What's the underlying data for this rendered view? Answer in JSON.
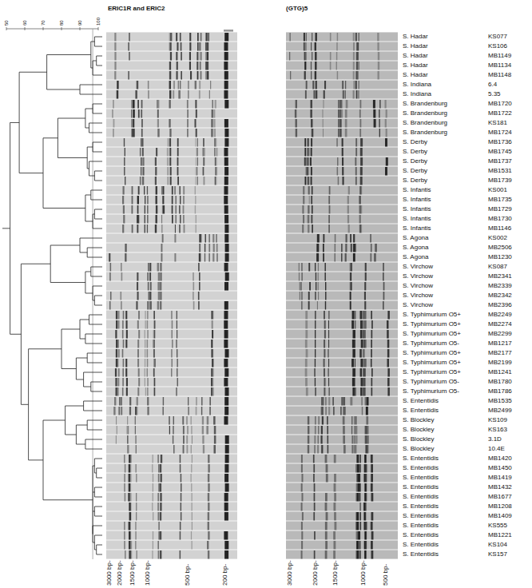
{
  "diagram": {
    "labels": [
      "ERIC1R and ERIC2",
      "(GTG)5",
      "50",
      "60",
      "70",
      "80",
      "90",
      "100",
      "S. Hadar",
      "KS077",
      "S. Hadar",
      "KS106",
      "S. Hadar",
      "MB1149",
      "S. Hadar",
      "MB1134",
      "S. Hadar",
      "MB1148",
      "S. Indiana",
      "6.4",
      "S. Indiana",
      "5.35",
      "S. Brandenburg",
      "MB1720",
      "S. Brandenburg",
      "MB1722",
      "S. Brandenburg",
      "KS181",
      "S. Brandenburg",
      "MB1724",
      "S. Derby",
      "MB1736",
      "S. Derby",
      "MB1745",
      "S. Derby",
      "MB1737",
      "S. Derby",
      "MB1531",
      "S. Derby",
      "MB1739",
      "S. Infantis",
      "KS001",
      "S. Infantis",
      "MB1735",
      "S. Infantis",
      "MB1729",
      "S. Infantis",
      "MB1730",
      "S. Infantis",
      "MB1146",
      "S. Agona",
      "KS002",
      "S. Agona",
      "MB2506",
      "S. Agona",
      "MB1230",
      "S. Virchow",
      "KS087",
      "S. Virchow",
      "MB2341",
      "S. Virchow",
      "MB2339",
      "S. Virchow",
      "MB2342",
      "S. Virchow",
      "MB2396",
      "S. Typhimurium O5+",
      "MB2249",
      "S. Typhimurium O5+",
      "MB2274",
      "S. Typhimurium O5+",
      "MB2299",
      "S. Typhimurium O5-",
      "MB1217",
      "S. Typhimurium O5+",
      "MB2177",
      "S. Typhimurium O5+",
      "MB2199",
      "S. Typhimurium O5+",
      "MB1241",
      "S. Typhimurium O5-",
      "MB1780",
      "S. Typhimurium O5-",
      "MB1786",
      "S. Ententidis",
      "MB1535",
      "S. Ententidis",
      "MB2499",
      "S. Blockley",
      "KS109",
      "S. Blockley",
      "KS163",
      "S. Blockley",
      "3.1D",
      "S. Blockley",
      "10.4E",
      "S. Ententidis",
      "MB1420",
      "S. Ententidis",
      "MB1450",
      "S. Ententidis",
      "MB1419",
      "S. Ententidis",
      "MB1432",
      "S. Ententidis",
      "MB1677",
      "S. Ententidis",
      "MB1208",
      "S. Ententidis",
      "MB1409",
      "S. Ententidis",
      "KS555",
      "S. Ententidis",
      "MB1221",
      "S. Ententidis",
      "KS104",
      "S. Ententidis",
      "KS157",
      "3000 bp-",
      "2000 bp-",
      "1500 bp-",
      "1000 bp-",
      "500 bp-",
      "200 bp-",
      "3000 bp-",
      "2000 bp-",
      "1500 bp-",
      "1000 bp-",
      "500 bp-"
    ]
  }
}
